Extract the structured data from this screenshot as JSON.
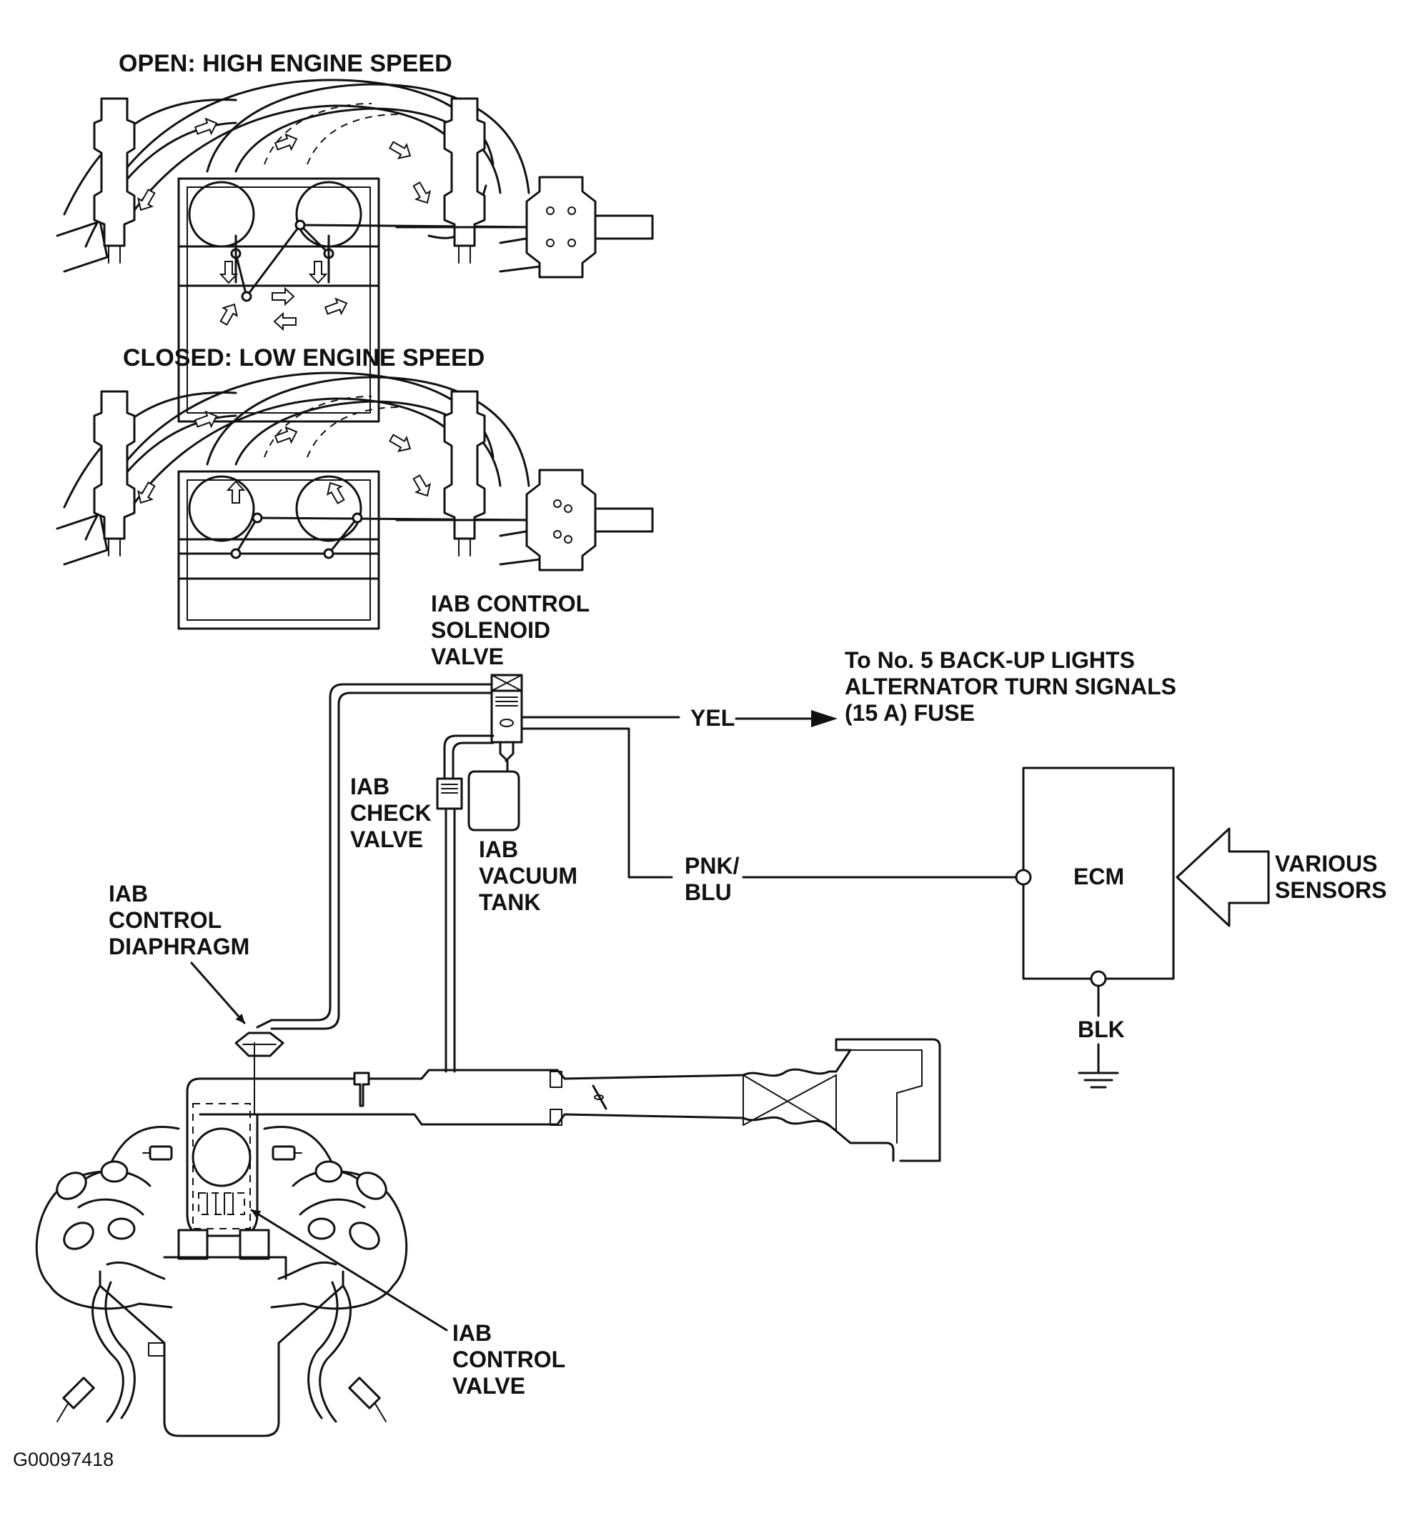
{
  "labels": {
    "open_title": "OPEN: HIGH ENGINE SPEED",
    "closed_title": "CLOSED: LOW ENGINE SPEED",
    "solenoid": [
      "IAB CONTROL",
      "SOLENOID",
      "VALVE"
    ],
    "fuse_note": [
      "To No. 5 BACK-UP LIGHTS",
      "ALTERNATOR TURN SIGNALS",
      "(15 A) FUSE"
    ],
    "wire_yel": "YEL",
    "check_valve": [
      "IAB",
      "CHECK",
      "VALVE"
    ],
    "vacuum_tank": [
      "IAB",
      "VACUUM",
      "TANK"
    ],
    "wire_pnk_blu": [
      "PNK/",
      "BLU"
    ],
    "ecm": "ECM",
    "various_sensors": [
      "VARIOUS",
      "SENSORS"
    ],
    "diaphragm": [
      "IAB",
      "CONTROL",
      "DIAPHRAGM"
    ],
    "wire_blk": "BLK",
    "control_valve": [
      "IAB",
      "CONTROL",
      "VALVE"
    ],
    "figure_code": "G00097418"
  },
  "colors": {
    "ink": "#111111",
    "paper": "#ffffff"
  }
}
